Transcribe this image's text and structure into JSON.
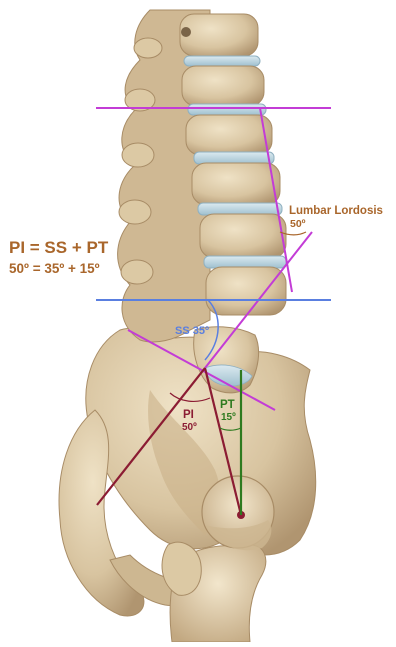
{
  "formula": {
    "line1": "PI = SS + PT",
    "line2": "50º = 35º + 15º"
  },
  "labels": {
    "lumbar_lordosis": "Lumbar Lordosis",
    "lumbar_lordosis_value": "50º",
    "ss": "SS 35º",
    "pi": "PI",
    "pi_value": "50º",
    "pt": "PT",
    "pt_value": "15º"
  },
  "colors": {
    "bone": "#d8c4a0",
    "bone_shadow": "#b8a07a",
    "disc": "#b9d4df",
    "magenta": "#c33cd6",
    "blue": "#5a7fe0",
    "pi_red": "#8b1c33",
    "pt_green": "#2e7a1f",
    "text_brown": "#a9662b"
  }
}
